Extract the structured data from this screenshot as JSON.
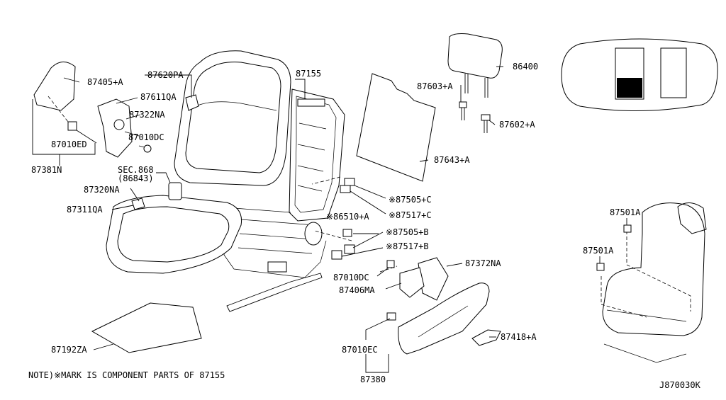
{
  "labels": {
    "p87405a": "87405+A",
    "p87620pa": "87620PA",
    "p87155": "87155",
    "p86400": "86400",
    "p87611qa": "87611QA",
    "p87322na": "87322NA",
    "p87010dc_top": "87010DC",
    "p87010ed": "87010ED",
    "p87381n": "87381N",
    "p87603a": "87603+A",
    "p87602a": "87602+A",
    "p87643a": "87643+A",
    "sec868": "SEC.868",
    "sec868_sub": "(86843)",
    "p87320na": "87320NA",
    "p87311qa": "87311QA",
    "p87505c": "※87505+C",
    "p87517c": "※87517+C",
    "p86510a": "※86510+A",
    "p87505b": "※87505+B",
    "p87517b": "※87517+B",
    "p87010dc_mid": "87010DC",
    "p87372na": "87372NA",
    "p87406ma": "87406MA",
    "p87418a": "87418+A",
    "p87010ec": "87010EC",
    "p87380": "87380",
    "p87192za": "87192ZA",
    "p87501a_top": "87501A",
    "p87501a_left": "87501A"
  },
  "note": "NOTE)※MARK IS COMPONENT PARTS OF 87155",
  "diagram_code": "J870030K"
}
